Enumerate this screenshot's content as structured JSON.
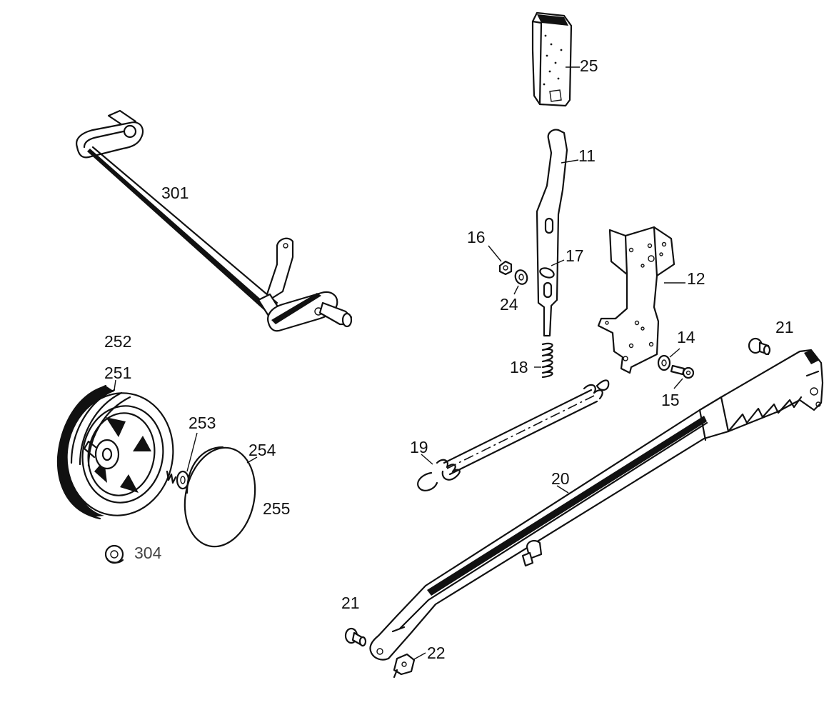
{
  "labels": {
    "p301": "301",
    "p25": "25",
    "p11": "11",
    "p16": "16",
    "p17": "17",
    "p24": "24",
    "p12": "12",
    "p14": "14",
    "p15": "15",
    "p18": "18",
    "p21_top": "21",
    "p19": "19",
    "p20": "20",
    "p252": "252",
    "p251": "251",
    "p253": "253",
    "p254": "254",
    "p255": "255",
    "p304": "304",
    "p21_bottom": "21",
    "p22": "22"
  }
}
